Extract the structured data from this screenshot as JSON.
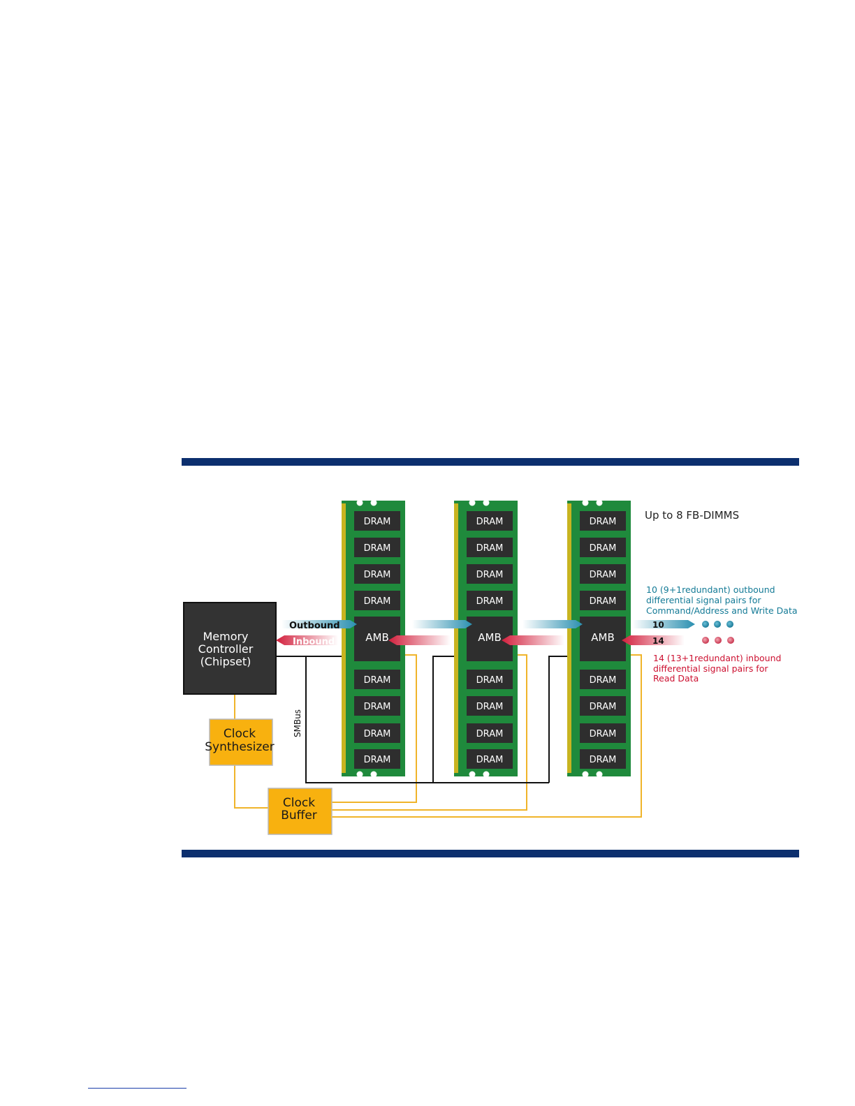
{
  "figure": {
    "memory_controller": {
      "lines": [
        "Memory",
        "Controller",
        "(Chipset)"
      ]
    },
    "clock_synthesizer": {
      "lines": [
        "Clock",
        "Synthesizer"
      ]
    },
    "clock_buffer": {
      "lines": [
        "Clock",
        "Buffer"
      ]
    },
    "smbus_label": "SMBus",
    "outbound_label": "Outbound",
    "inbound_label": "Inbound",
    "up_to_label": "Up to 8 FB-DIMMS",
    "dimms": [
      {
        "top_chips": [
          "DRAM",
          "DRAM",
          "DRAM",
          "DRAM"
        ],
        "amb": "AMB",
        "bottom_chips": [
          "DRAM",
          "DRAM",
          "DRAM",
          "DRAM"
        ]
      },
      {
        "top_chips": [
          "DRAM",
          "DRAM",
          "DRAM",
          "DRAM"
        ],
        "amb": "AMB",
        "bottom_chips": [
          "DRAM",
          "DRAM",
          "DRAM",
          "DRAM"
        ]
      },
      {
        "top_chips": [
          "DRAM",
          "DRAM",
          "DRAM",
          "DRAM"
        ],
        "amb": "AMB",
        "bottom_chips": [
          "DRAM",
          "DRAM",
          "DRAM",
          "DRAM"
        ]
      }
    ],
    "outbound_count": "10",
    "inbound_count": "14",
    "outbound_note": [
      "10 (9+1redundant) outbound",
      "differential signal pairs for",
      "Command/Address and Write Data"
    ],
    "inbound_note": [
      "14 (13+1redundant) inbound",
      "differential signal pairs for",
      "Read Data"
    ],
    "colors": {
      "rule": "#0c2f6e",
      "pcb": "#1f8a3c",
      "chip": "#2e2e2e",
      "controller": "#333333",
      "clock_fill": "#f8b10f",
      "clock_wire": "#f0b42a",
      "outbound": "#2a8fb0",
      "inbound": "#d21f3c",
      "outbound_text": "#137a96",
      "inbound_text": "#cc1030"
    }
  }
}
